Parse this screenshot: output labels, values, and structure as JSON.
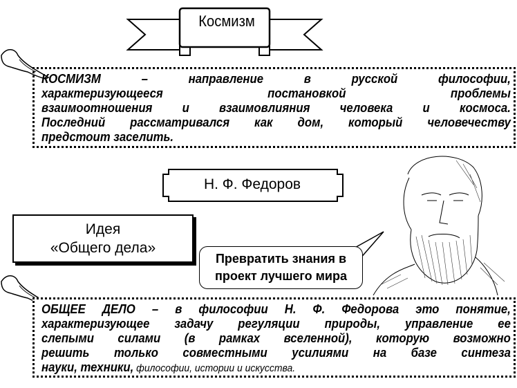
{
  "title": "Космизм",
  "definition1": {
    "lines": [
      "КОСМИЗМ – направление в русской философии,",
      "характеризующееся постановкой проблемы",
      "взаимоотношения и взаимовлияния человека и космоса.",
      "Последний рассматривался как дом, который человечеству",
      "предстоит заселить."
    ]
  },
  "person": "Н. Ф. Федоров",
  "idea": {
    "line1": "Идея",
    "line2": "«Общего дела»"
  },
  "bubble": {
    "line1": "Превратить знания в",
    "line2": "проект лучшего мира"
  },
  "definition2": {
    "lines": [
      "ОБЩЕЕ ДЕЛО – в философии Н. Ф. Федорова это понятие,",
      "характеризующее задачу регуляции природы, управление ее",
      "слепыми силами (в рамках вселенной), которую возможно",
      "решить только совместными усилиями на базе синтеза"
    ],
    "last_bold": "науки, техники,",
    "last_regular": " философии, истории и искусства."
  }
}
